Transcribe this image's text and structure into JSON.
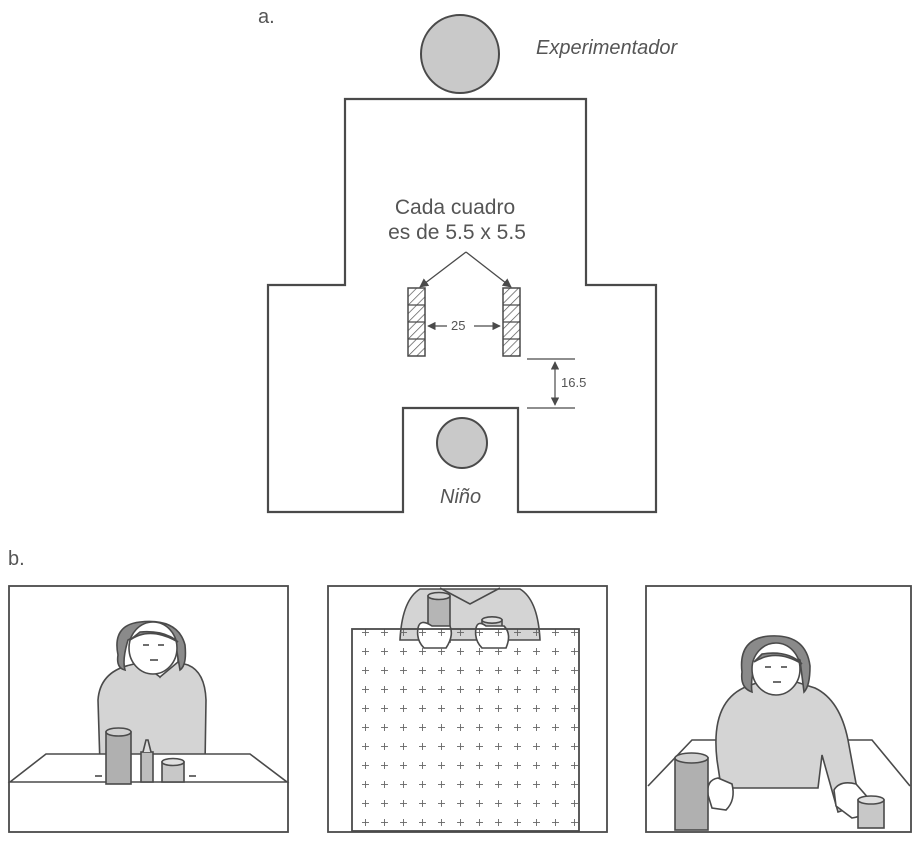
{
  "panel_a": {
    "label": "a.",
    "experimenter_label": "Experimentador",
    "child_label": "Niño",
    "note_line1": "Cada cuadro",
    "note_line2": "es de 5.5 x 5.5",
    "dim_between": "25",
    "dim_distance": "16.5"
  },
  "panel_b": {
    "label": "b."
  },
  "colors": {
    "line": "#4a4a4a",
    "circle_fill": "#c9c9c9",
    "skin": "#ffffff",
    "sweater": "#d4d4d4",
    "hair": "#8a8a8a"
  }
}
